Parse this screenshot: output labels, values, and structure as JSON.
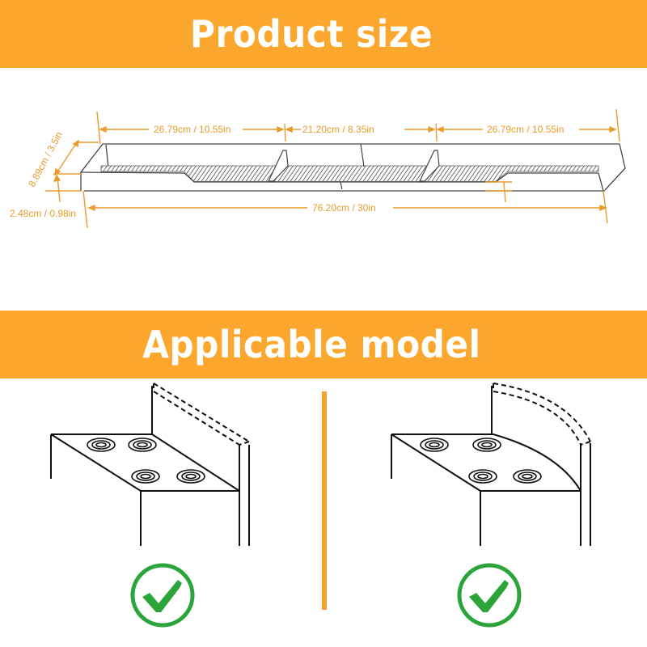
{
  "banners": {
    "product_size": "Product size",
    "applicable_model": "Applicable model"
  },
  "colors": {
    "banner_bg": "#fba72e",
    "banner_text": "#ffffff",
    "dimension": "#e89b2a",
    "check_green": "#2ba53a",
    "line": "#1a1a1a"
  },
  "dimensions": {
    "left_section": "26.79cm / 10.55in",
    "middle_section": "21.20cm / 8.35in",
    "right_section": "26.79cm / 10.55in",
    "total_length": "76.20cm / 30in",
    "depth": "8.89cm / 3.5in",
    "height": "2.48cm / 0.98in"
  },
  "models": [
    {
      "type": "straight-backsplash",
      "status": "applicable",
      "icon": "check-circle-icon"
    },
    {
      "type": "curved-backsplash",
      "status": "applicable",
      "icon": "check-circle-icon"
    }
  ]
}
